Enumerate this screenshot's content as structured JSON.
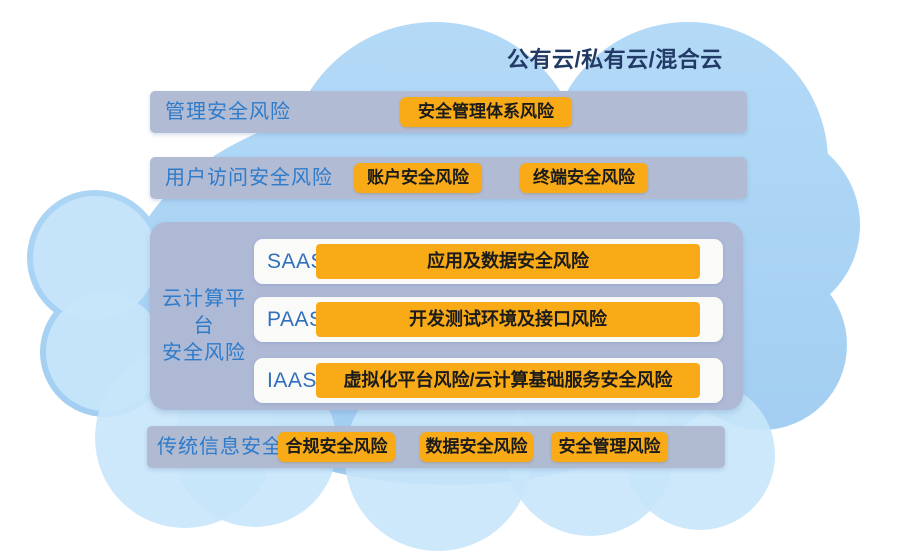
{
  "title": "公有云/私有云/混合云",
  "colors": {
    "cloud_main": "#a6d2f2",
    "cloud_light": "#c8e5fa",
    "band_bg": "#b1bbd4",
    "accent_orange": "#f8ab17",
    "label_blue": "#2e7bc9",
    "title_navy": "#223a66"
  },
  "bands": {
    "management": {
      "label": "管理安全风险",
      "badges": [
        "安全管理体系风险"
      ]
    },
    "user_access": {
      "label": "用户访问安全风险",
      "badges": [
        "账户安全风险",
        "终端安全风险"
      ]
    },
    "platform": {
      "label_line1": "云计算平台",
      "label_line2": "安全风险",
      "rows": [
        {
          "tier": "SAAS",
          "risk": "应用及数据安全风险"
        },
        {
          "tier": "PAAS",
          "risk": "开发测试环境及接口风险"
        },
        {
          "tier": "IAAS",
          "risk": "虚拟化平台风险/云计算基础服务安全风险"
        }
      ]
    },
    "traditional": {
      "label": "传统信息安全",
      "badges": [
        "合规安全风险",
        "数据安全风险",
        "安全管理风险"
      ]
    }
  }
}
